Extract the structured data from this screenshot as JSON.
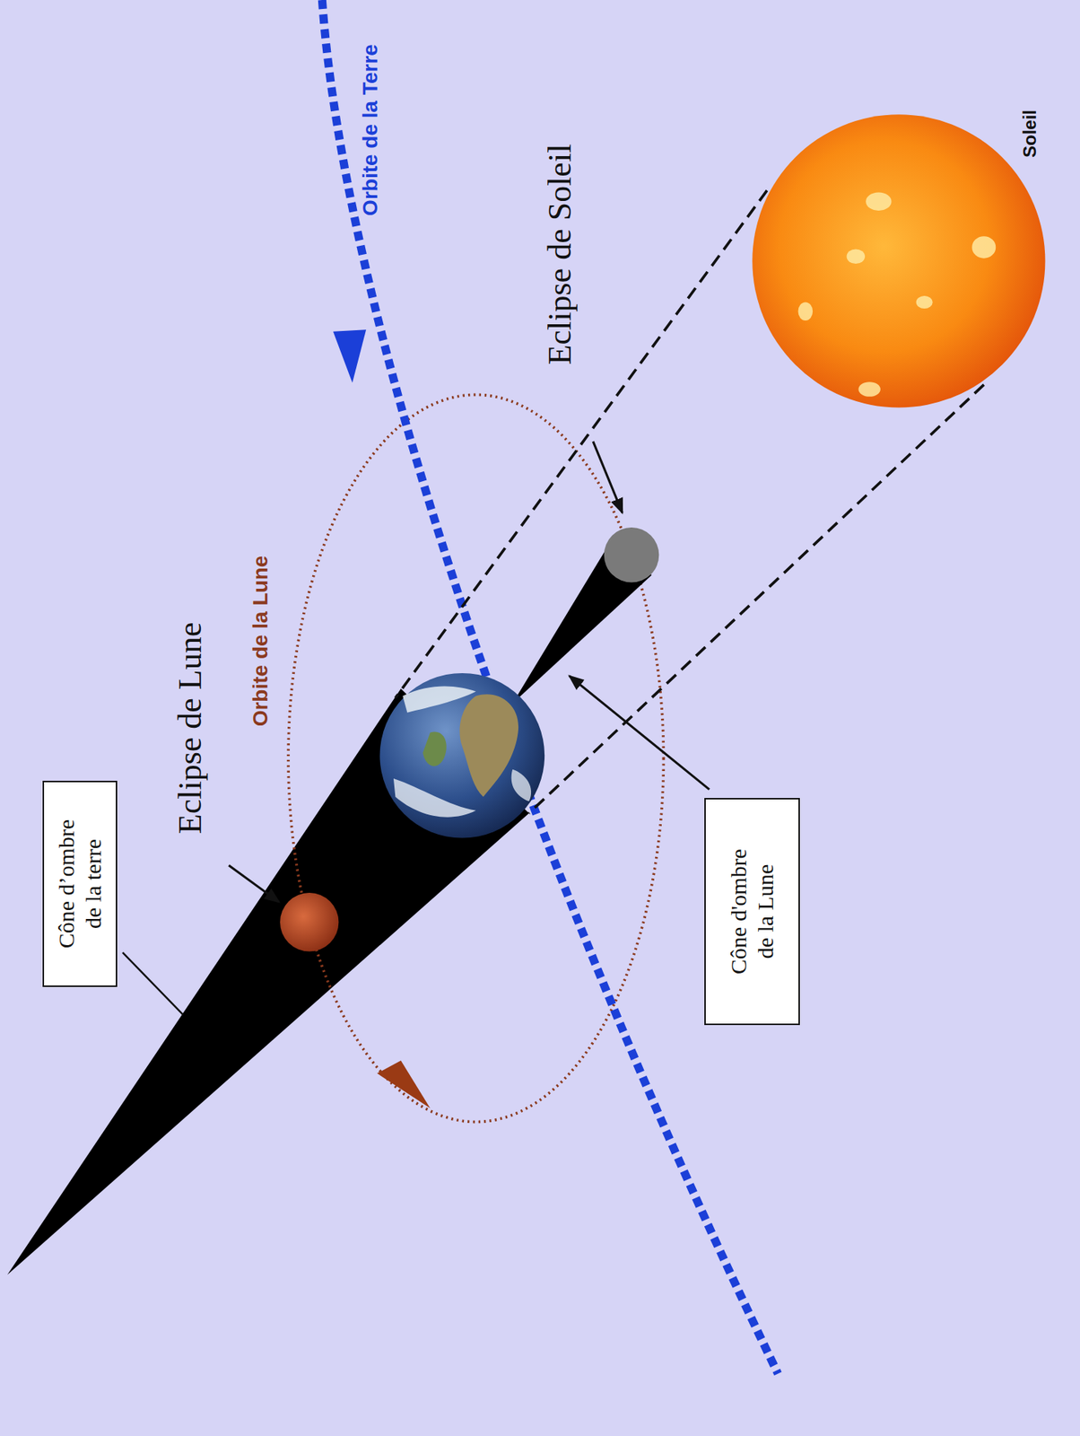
{
  "diagram": {
    "nodes": [
      {
        "text": [
          "Cône d’ombre de la terre"
        ]
      },
      {
        "text": [
          "Cône d'ombre de la Lune"
        ]
      }
    ],
    "labels": [
      "Orbite de la Terre",
      "Soleil",
      "Eclipse de Soleil",
      "Orbite de la Lune",
      "Eclipse de Lune"
    ]
  }
}
